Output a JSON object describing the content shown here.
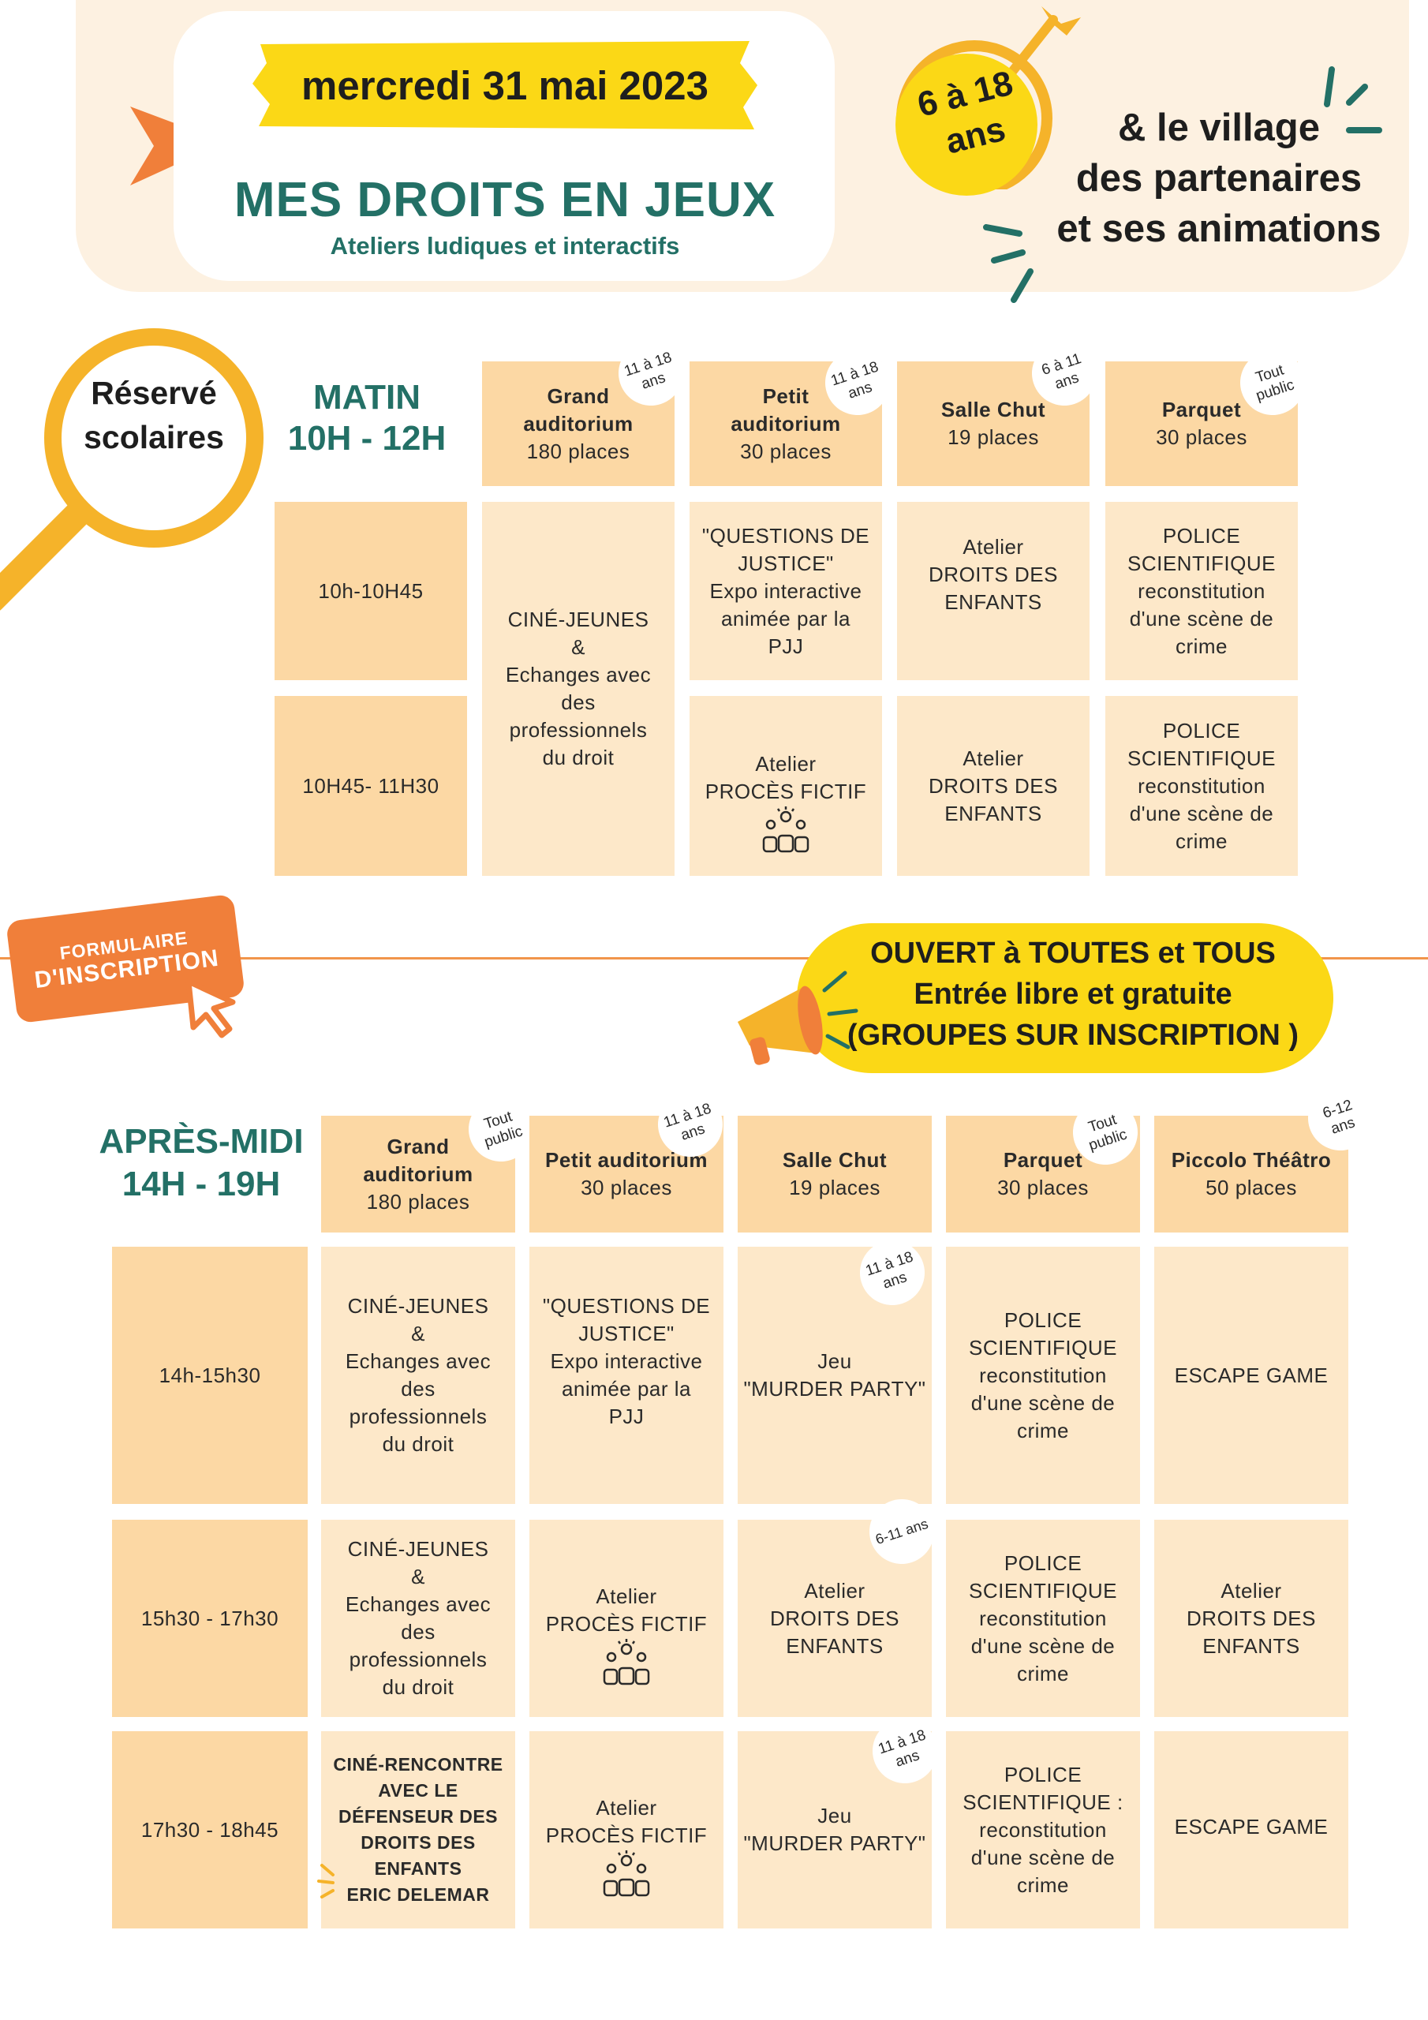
{
  "header": {
    "date": "mercredi 31 mai 2023",
    "title": "MES DROITS EN JEUX",
    "subtitle": "Ateliers ludiques et interactifs",
    "age_l1": "6 à 18",
    "age_l2": "ans",
    "village_l1": "& le village",
    "village_l2": "des partenaires",
    "village_l3": "et ses animations"
  },
  "reserved": {
    "l1": "Réservé",
    "l2": "scolaires"
  },
  "morning": {
    "label_l1": "MATIN",
    "label_l2": "10H - 12H",
    "rooms": [
      {
        "name_l1": "Grand",
        "name_l2": "auditorium",
        "places": "180 places",
        "badge_l1": "11 à 18",
        "badge_l2": "ans"
      },
      {
        "name_l1": "Petit",
        "name_l2": "auditorium",
        "places": "30 places",
        "badge_l1": "11 à 18",
        "badge_l2": "ans"
      },
      {
        "name_l1": "Salle Chut",
        "name_l2": "",
        "places": "19 places",
        "badge_l1": "6 à 11",
        "badge_l2": "ans"
      },
      {
        "name_l1": "Parquet",
        "name_l2": "",
        "places": "30 places",
        "badge_l1": "Tout",
        "badge_l2": "public"
      }
    ],
    "slots": [
      "10h-10H45",
      "10H45- 11H30"
    ],
    "cine": [
      "CINÉ-JEUNES",
      "&",
      "Echanges avec",
      "des",
      "professionnels",
      "du droit"
    ],
    "r1": {
      "questions": [
        "\"QUESTIONS DE",
        "JUSTICE\"",
        "Expo interactive",
        "animée par la",
        "PJJ"
      ],
      "atelier_droits": [
        "Atelier",
        "DROITS DES",
        "ENFANTS"
      ],
      "police": [
        "POLICE",
        "SCIENTIFIQUE",
        "reconstitution",
        "d'une scène de",
        "crime"
      ]
    },
    "r2": {
      "proces": [
        "Atelier",
        "PROCÈS FICTIF"
      ],
      "atelier_droits": [
        "Atelier",
        "DROITS DES",
        "ENFANTS"
      ],
      "police": [
        "POLICE",
        "SCIENTIFIQUE",
        "reconstitution",
        "d'une scène de",
        "crime"
      ]
    }
  },
  "form": {
    "l1": "FORMULAIRE",
    "l2": "D'INSCRIPTION"
  },
  "open": {
    "l1": "OUVERT à TOUTES et TOUS",
    "l2": "Entrée libre et gratuite",
    "l3": "(GROUPES SUR INSCRIPTION )"
  },
  "afternoon": {
    "label_l1": "APRÈS-MIDI",
    "label_l2": "14H - 19H",
    "rooms": [
      {
        "l1": "Grand",
        "l2": "auditorium",
        "l3": "180 places",
        "badge_l1": "Tout",
        "badge_l2": "public"
      },
      {
        "l1": "Petit auditorium",
        "l2": "30 places",
        "badge_l1": "11 à 18",
        "badge_l2": "ans"
      },
      {
        "l1": "Salle Chut",
        "l2": "19 places"
      },
      {
        "l1": "Parquet",
        "l2": "30 places",
        "badge_l1": "Tout",
        "badge_l2": "public"
      },
      {
        "l1": "Piccolo Théâtro",
        "l2": "50 places",
        "badge_l1": "6-12",
        "badge_l2": "ans"
      }
    ],
    "slots": [
      "14h-15h30",
      "15h30 - 17h30",
      "17h30 - 18h45"
    ],
    "row1": {
      "cine": [
        "CINÉ-JEUNES",
        "&",
        "Echanges avec",
        "des",
        "professionnels",
        "du droit"
      ],
      "questions": [
        "\"QUESTIONS DE",
        "JUSTICE\"",
        "Expo interactive",
        "animée par la",
        "PJJ"
      ],
      "murder": [
        "Jeu",
        "\"MURDER PARTY\""
      ],
      "murder_badge": [
        "11 à 18",
        "ans"
      ],
      "police": [
        "POLICE",
        "SCIENTIFIQUE",
        "reconstitution",
        "d'une scène de",
        "crime"
      ],
      "escape": "ESCAPE GAME"
    },
    "row2": {
      "cine": [
        "CINÉ-JEUNES",
        "&",
        "Echanges avec",
        "des",
        "professionnels",
        "du droit"
      ],
      "proces": [
        "Atelier",
        "PROCÈS FICTIF"
      ],
      "droits": [
        "Atelier",
        "DROITS DES",
        "ENFANTS"
      ],
      "droits_badge": "6-11 ans",
      "police": [
        "POLICE",
        "SCIENTIFIQUE",
        "reconstitution",
        "d'une scène de",
        "crime"
      ],
      "droits2": [
        "Atelier",
        "DROITS DES",
        "ENFANTS"
      ]
    },
    "row3": {
      "rencontre": [
        "CINÉ-RENCONTRE",
        "AVEC LE",
        "DÉFENSEUR DES",
        "DROITS DES",
        "ENFANTS",
        "ERIC DELEMAR"
      ],
      "proces": [
        "Atelier",
        "PROCÈS FICTIF"
      ],
      "murder": [
        "Jeu",
        "\"MURDER PARTY\""
      ],
      "murder_badge": [
        "11 à 18",
        "ans"
      ],
      "police": [
        "POLICE",
        "SCIENTIFIQUE :",
        "reconstitution",
        "d'une scène de",
        "crime"
      ],
      "escape": "ESCAPE GAME"
    }
  },
  "colors": {
    "teal": "#237066",
    "yellow": "#fbd816",
    "orange": "#f07f3a",
    "cell_dark": "#fcd8a4",
    "cell_light": "#fde8c9",
    "banner": "#fdf1e1"
  }
}
